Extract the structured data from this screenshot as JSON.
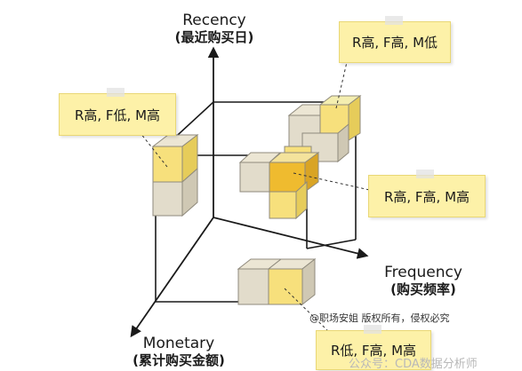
{
  "axes": {
    "recency": {
      "en": "Recency",
      "zh": "(最近购买日)"
    },
    "frequency": {
      "en": "Frequency",
      "zh": "(购买频率)"
    },
    "monetary": {
      "en": "Monetary",
      "zh": "(累计购买金额)"
    }
  },
  "notes": {
    "top_right": "R高, F高, M低",
    "left": "R高, F低, M高",
    "right": "R高, F高, M高",
    "bottom": "R低, F高, M高"
  },
  "copyright": "@职场安姐  版权所有，侵权必究",
  "watermark": "公众号：CDA数据分析师",
  "colors": {
    "note_fill": "#fdf1a8",
    "cube_beige": "#e2dccb",
    "cube_yellow": "#f7e07c",
    "cube_gold": "#efbb2f",
    "line": "#1a1a1a"
  }
}
